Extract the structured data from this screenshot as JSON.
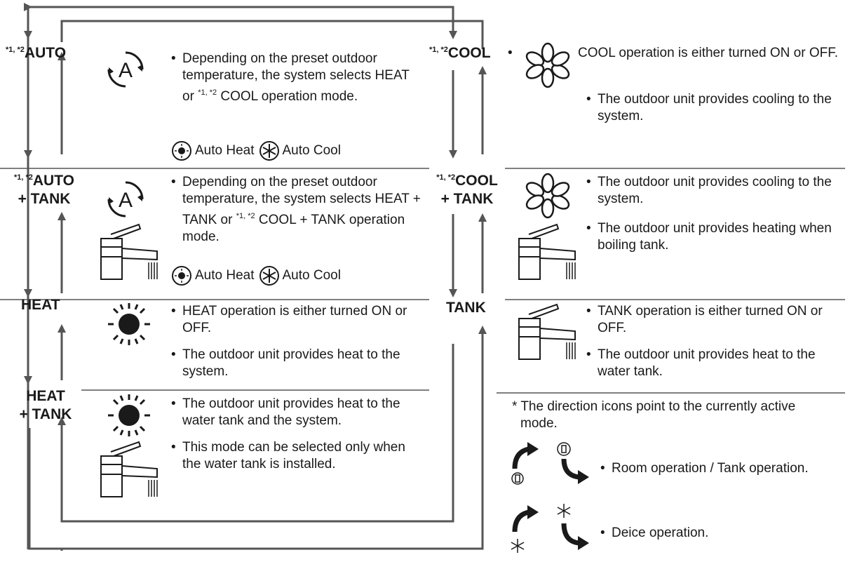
{
  "modes": {
    "auto": {
      "sup": "*1, *2",
      "label": "AUTO"
    },
    "auto_tank": {
      "sup": "*1, *2",
      "label1": "AUTO",
      "label2": "+ TANK"
    },
    "heat": {
      "label": "HEAT"
    },
    "heat_tank": {
      "label1": "HEAT",
      "label2": "+ TANK"
    },
    "cool": {
      "sup": "*1, *2",
      "label": "COOL"
    },
    "cool_tank": {
      "sup": "*1, *2",
      "label1": "COOL",
      "label2": "+ TANK"
    },
    "tank": {
      "label": "TANK"
    }
  },
  "descriptions": {
    "auto": {
      "b1_pre": "Depending on the preset outdoor temperature, the system selects HEAT or ",
      "b1_sup": "*1, *2",
      "b1_post": " COOL operation mode.",
      "legend_heat": "Auto Heat",
      "legend_cool": "Auto Cool"
    },
    "auto_tank": {
      "b1_pre": "Depending on the preset outdoor temperature, the system selects HEAT + TANK or ",
      "b1_sup": "*1, *2",
      "b1_post": " COOL + TANK operation mode.",
      "legend_heat": "Auto Heat",
      "legend_cool": "Auto Cool"
    },
    "heat": {
      "b1": "HEAT operation is either turned ON or OFF.",
      "b2": "The outdoor unit provides heat to the system."
    },
    "heat_tank": {
      "b1": "The outdoor unit provides heat to the water tank and the system.",
      "b2": "This mode can be selected only when the water tank is installed."
    },
    "cool": {
      "b1": "COOL operation is either turned ON or OFF.",
      "b2": "The outdoor unit provides cooling to the system."
    },
    "cool_tank": {
      "b1": "The outdoor unit provides cooling to the system.",
      "b2": "The outdoor unit provides heating when boiling tank."
    },
    "tank": {
      "b1": "TANK operation is either turned ON or OFF.",
      "b2": "The outdoor unit provides heat to the water tank."
    }
  },
  "footnote": {
    "text": "* The direction icons point to the currently active mode.",
    "room_tank": "Room operation / Tank operation.",
    "deice": "Deice operation."
  },
  "bullet_char": "•",
  "colors": {
    "ink": "#1a1a1a",
    "line": "#555555"
  }
}
